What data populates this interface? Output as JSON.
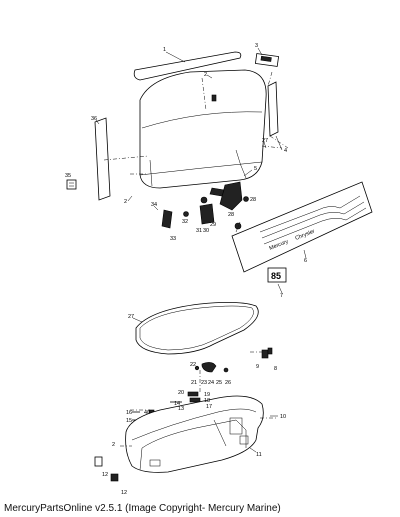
{
  "diagram": {
    "callouts": [
      "1",
      "3",
      "2",
      "4",
      "36",
      "27",
      "5",
      "35",
      "2",
      "34",
      "33",
      "32",
      "30",
      "29",
      "28",
      "31",
      "28",
      "6",
      "7",
      "27",
      "22",
      "23",
      "24",
      "25",
      "26",
      "21",
      "9",
      "8",
      "20",
      "19",
      "18",
      "17",
      "16",
      "14",
      "15",
      "13",
      "40",
      "10",
      "2",
      "11",
      "12",
      "12"
    ]
  },
  "footer": {
    "text": "MercuryPartsOnline v2.5.1 (Image Copyright- Mercury Marine)"
  }
}
